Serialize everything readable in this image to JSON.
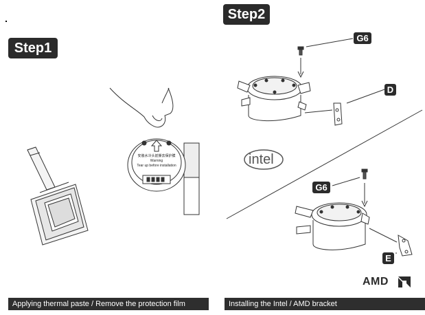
{
  "steps": {
    "step1_label": "Step1",
    "step2_label": "Step2"
  },
  "tags": {
    "g6_top": "G6",
    "d": "D",
    "g6_bottom": "G6",
    "e": "E"
  },
  "pump_label": {
    "line1": "安装水冷头前撕去保护膜",
    "line2": "Warning",
    "line3": "Tear up before installation"
  },
  "logos": {
    "intel": "intel",
    "amd": "AMD"
  },
  "captions": {
    "left": "Applying thermal paste / Remove the protection film",
    "right": "Installing the Intel / AMD bracket"
  }
}
